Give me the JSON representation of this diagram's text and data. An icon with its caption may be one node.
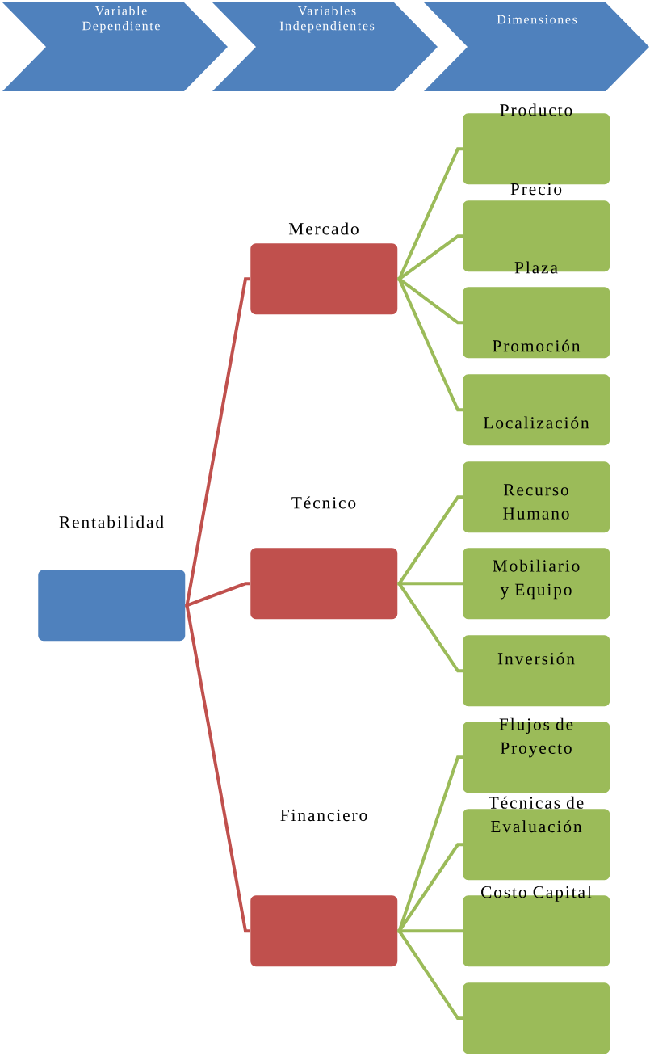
{
  "diagram": {
    "nodes": [
      {
        "text": [
          "Variable Dependiente"
        ]
      },
      {
        "text": [
          "Variables Independientes"
        ]
      },
      {
        "text": [
          "Dimensiones"
        ]
      },
      {
        "text": [
          "Rentabilidad"
        ]
      },
      {
        "text": [
          "Mercado"
        ]
      },
      {
        "text": [
          "Técnico"
        ]
      },
      {
        "text": [
          "Financiero"
        ]
      },
      {
        "text": [
          "Producto"
        ]
      },
      {
        "text": [
          "Precio",
          "Plaza"
        ]
      },
      {
        "text": [
          "Promoción"
        ]
      },
      {
        "text": [
          "Localización"
        ]
      },
      {
        "text": [
          "Recurso Humano"
        ]
      },
      {
        "text": [
          "Mobiliario y Equipo"
        ]
      },
      {
        "text": [
          "Inversión"
        ]
      },
      {
        "text": [
          "Flujos de Proyecto"
        ]
      },
      {
        "text": [
          "Técnicas de Evaluación"
        ]
      },
      {
        "text": [
          "Costo Capital"
        ]
      },
      {
        "text": [],
        "shape": "box"
      }
    ],
    "edges": [
      {
        "from": 3,
        "to": 4,
        "arrow": "none",
        "color": "#c0504d"
      },
      {
        "from": 3,
        "to": 5,
        "arrow": "none",
        "color": "#c0504d"
      },
      {
        "from": 3,
        "to": 6,
        "arrow": "none",
        "color": "#c0504d"
      },
      {
        "from": 4,
        "to": 7,
        "arrow": "none"
      },
      {
        "from": 4,
        "to": 8,
        "arrow": "none"
      },
      {
        "from": 4,
        "to": 9,
        "arrow": "none"
      },
      {
        "from": 4,
        "to": 10,
        "arrow": "none"
      },
      {
        "from": 5,
        "to": 11,
        "arrow": "none"
      },
      {
        "from": 5,
        "to": 12,
        "arrow": "none"
      },
      {
        "from": 5,
        "to": 13,
        "arrow": "none"
      },
      {
        "from": 6,
        "to": 14,
        "arrow": "none"
      },
      {
        "from": 6,
        "to": 15,
        "arrow": "none"
      },
      {
        "from": 6,
        "to": 16,
        "arrow": "none"
      },
      {
        "from": 6,
        "to": 17,
        "arrow": "none"
      }
    ]
  }
}
